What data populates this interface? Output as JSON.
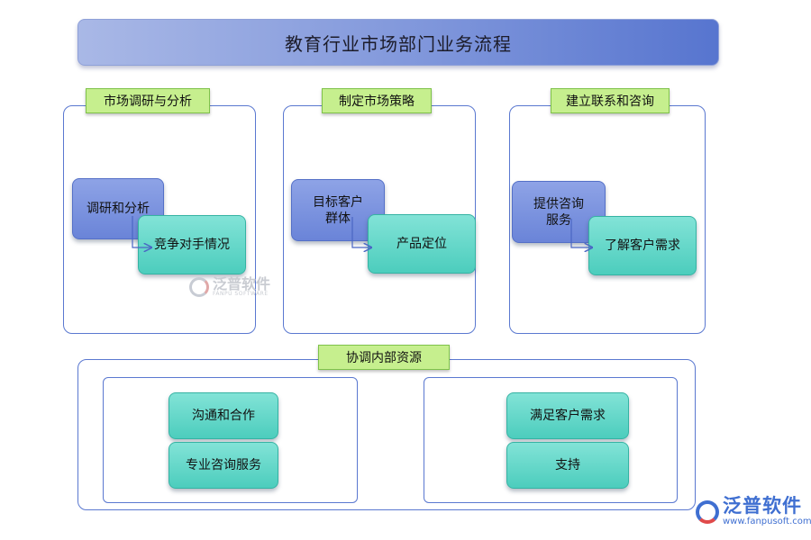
{
  "title": "教育行业市场部门业务流程",
  "sections": [
    {
      "label": "市场调研与分析",
      "node_a": "调研和分析",
      "node_b": "竞争对手情况"
    },
    {
      "label": "制定市场策略",
      "node_a": [
        "目标客户",
        "群体"
      ],
      "node_b": "产品定位"
    },
    {
      "label": "建立联系和咨询",
      "node_a": [
        "提供咨询",
        "服务"
      ],
      "node_b": "了解客户需求"
    }
  ],
  "bottom": {
    "label": "协调内部资源",
    "left": [
      "沟通和合作",
      "专业咨询服务"
    ],
    "right": [
      "满足客户需求",
      "支持"
    ]
  },
  "watermark": {
    "cn": "泛普软件",
    "en": "FANPU SOFTWARE"
  },
  "logo": {
    "cn": "泛普软件",
    "en": "www.fanpusoft.com"
  },
  "colors": {
    "title_bar": "#7f96db",
    "panel_border": "#5a78d0",
    "label_green": "#c6ef8e",
    "node_blue": "#7a90de",
    "node_teal": "#5ad3c4",
    "logo_blue": "#3f6fd1",
    "logo_red": "#e04a4a"
  }
}
